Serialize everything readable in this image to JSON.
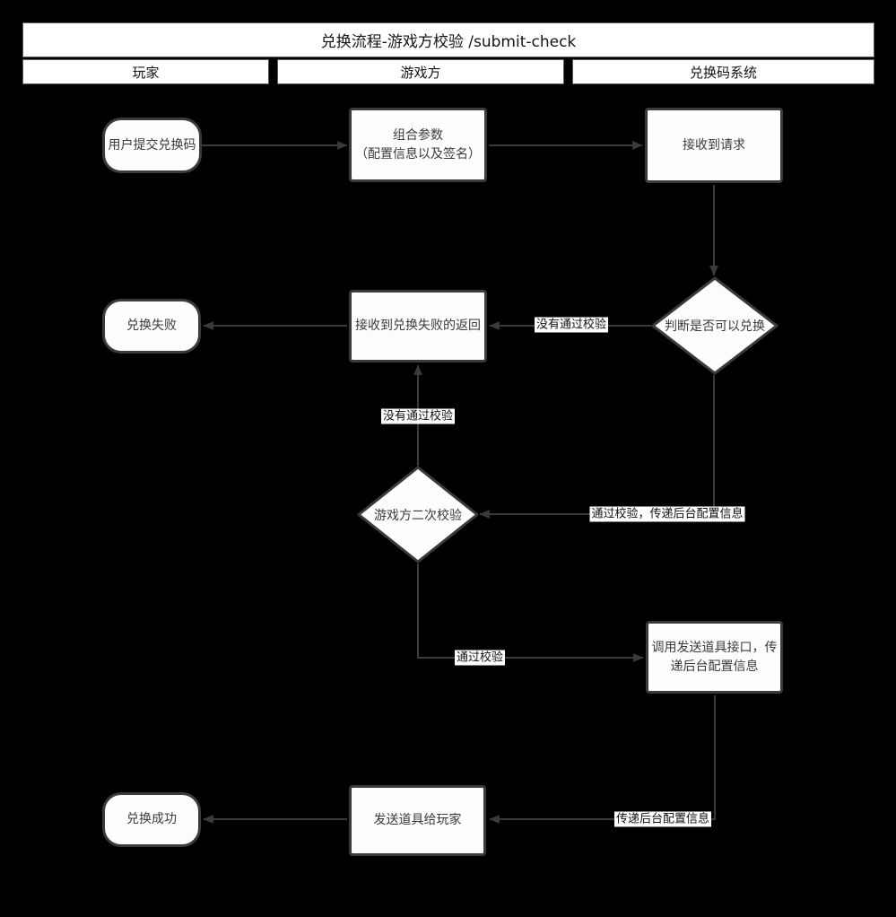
{
  "diagram": {
    "title": "兑换流程-游戏方校验 /submit-check",
    "lanes": [
      {
        "label": "玩家"
      },
      {
        "label": "游戏方"
      },
      {
        "label": "兑换码系统"
      }
    ],
    "nodes": {
      "submit_code": {
        "type": "terminator",
        "lane": "玩家",
        "label": "用户提交兑换码"
      },
      "combine_params": {
        "type": "process",
        "lane": "游戏方",
        "lines": [
          "组合参数",
          "（配置信息以及签名）"
        ]
      },
      "receive_request": {
        "type": "process",
        "lane": "兑换码系统",
        "label": "接收到请求"
      },
      "redeem_fail": {
        "type": "terminator",
        "lane": "玩家",
        "label": "兑换失败"
      },
      "receive_fail_return": {
        "type": "process",
        "lane": "游戏方",
        "label": "接收到兑换失败的返回"
      },
      "judge_redeemable": {
        "type": "decision",
        "lane": "兑换码系统",
        "label": "判断是否可以兑换"
      },
      "second_check": {
        "type": "decision",
        "lane": "游戏方",
        "label": "游戏方二次校验"
      },
      "call_send_item": {
        "type": "process",
        "lane": "兑换码系统",
        "lines": [
          "调用发送道具接口，传",
          "递后台配置信息"
        ]
      },
      "send_item_to_player": {
        "type": "process",
        "lane": "游戏方",
        "label": "发送道具给玩家"
      },
      "redeem_success": {
        "type": "terminator",
        "lane": "玩家",
        "label": "兑换成功"
      }
    },
    "edge_labels": {
      "fail_check_to_return": "没有通过校验",
      "fail_check_second": "没有通过校验",
      "pass_check_with_config": "通过校验，传递后台配置信息",
      "pass_check": "通过校验",
      "pass_config": "传递后台配置信息"
    },
    "colors": {
      "background": "#000000",
      "node_fill": "#fdfdfd",
      "node_border": "#3b3b3b",
      "node_text": "#3a3a3a",
      "edge_stroke": "#3b3b3b",
      "label_bg": "#ffffff",
      "label_text": "#111111"
    }
  }
}
